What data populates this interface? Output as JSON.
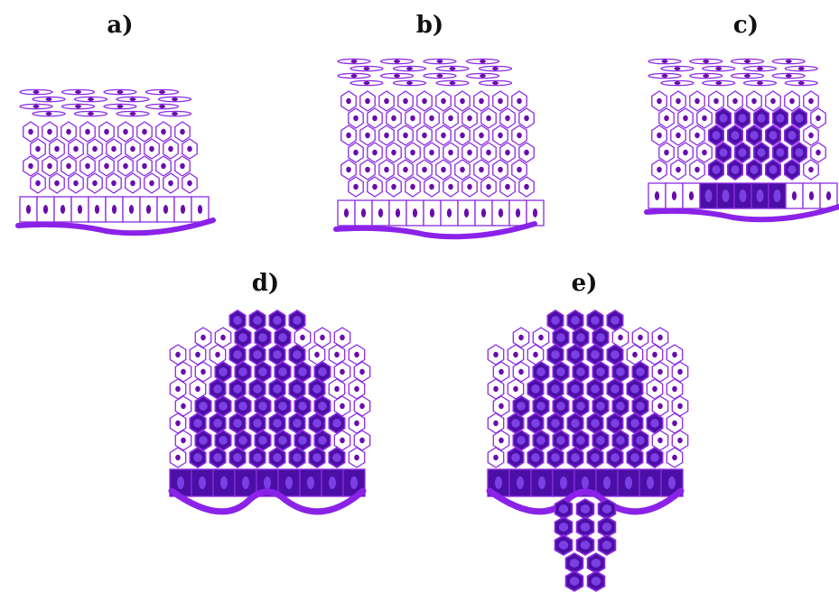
{
  "panels": [
    {
      "id": "a",
      "label": "a)"
    },
    {
      "id": "b",
      "label": "b)"
    },
    {
      "id": "c",
      "label": "c)"
    },
    {
      "id": "d",
      "label": "d)"
    },
    {
      "id": "e",
      "label": "e)"
    }
  ],
  "colors": {
    "outline": "#8a2be2",
    "nucleus": "#6a0dad",
    "basement": "#8b22e8",
    "abnormal_fill": "#4b0fa6",
    "abnormal_nucleus": "#7b3fe4",
    "cell_fill": "#ffffff",
    "label": "#111111"
  }
}
